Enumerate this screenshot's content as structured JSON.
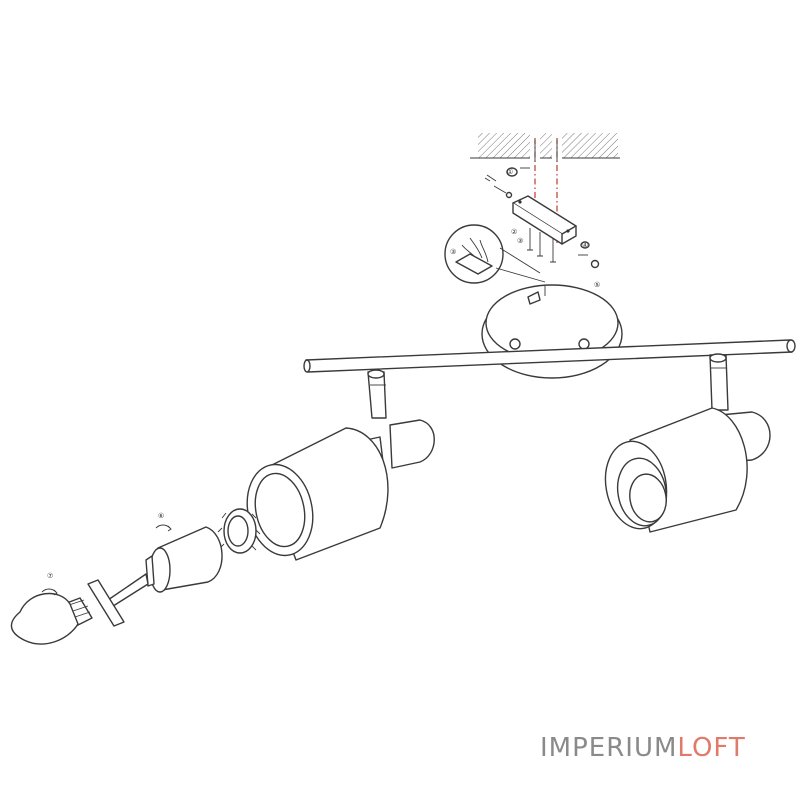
{
  "diagram": {
    "steps": [
      {
        "id": "step-1",
        "label": "①"
      },
      {
        "id": "step-2",
        "label": "②"
      },
      {
        "id": "step-3",
        "label": "③"
      },
      {
        "id": "step-4",
        "label": "④"
      },
      {
        "id": "step-5",
        "label": "⑤"
      },
      {
        "id": "step-6",
        "label": "⑥"
      },
      {
        "id": "step-7",
        "label": "⑦"
      }
    ],
    "colors": {
      "line": "#3a3a3a",
      "guide": "#c0392b",
      "watermark_gray": "#8a8a8a",
      "watermark_accent": "#e07a6a"
    }
  },
  "watermark": {
    "part1": "IMPERIUM",
    "part2": "LOFT"
  }
}
